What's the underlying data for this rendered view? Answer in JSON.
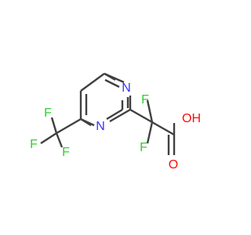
{
  "molecule": {
    "atoms": [
      {
        "id": "n1",
        "symbol": "N",
        "color": "#3333ff"
      },
      {
        "id": "n3",
        "symbol": "N",
        "color": "#3333ff"
      },
      {
        "id": "f1",
        "symbol": "F",
        "color": "#33cc33"
      },
      {
        "id": "f2",
        "symbol": "F",
        "color": "#33cc33"
      },
      {
        "id": "f3",
        "symbol": "F",
        "color": "#33cc33"
      },
      {
        "id": "f4",
        "symbol": "F",
        "color": "#33cc33"
      },
      {
        "id": "f5",
        "symbol": "F",
        "color": "#33cc33"
      },
      {
        "id": "oh",
        "symbol": "OH",
        "color": "#ff0d0d"
      },
      {
        "id": "o",
        "symbol": "O",
        "color": "#ff0d0d"
      }
    ],
    "bond_color": "#404040"
  }
}
